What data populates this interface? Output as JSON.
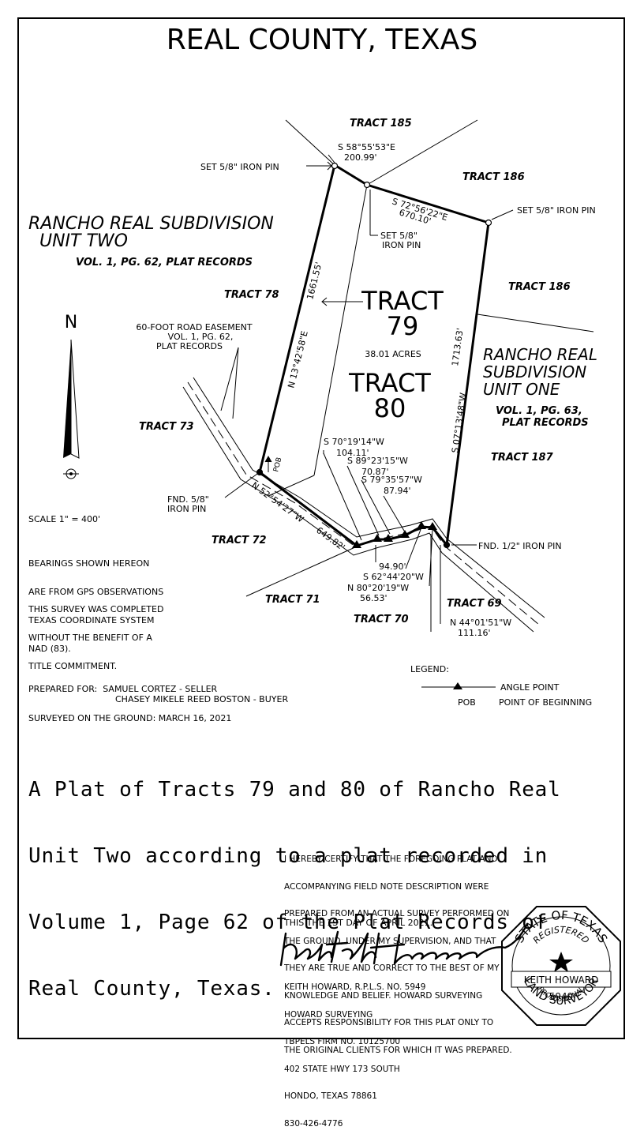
{
  "title": "REAL    COUNTY,    TEXAS",
  "tracts": {
    "t185": "TRACT 185",
    "t186a": "TRACT 186",
    "t186b": "TRACT 186",
    "t78": "TRACT 78",
    "t73": "TRACT 73",
    "t72": "TRACT 72",
    "t71": "TRACT 71",
    "t70": "TRACT 70",
    "t69": "TRACT 69",
    "t187": "TRACT 187",
    "t79_word": "TRACT",
    "t79_num": "79",
    "t80_word": "TRACT",
    "t80_num": "80",
    "acres": "38.01 ACRES"
  },
  "subdivisions": {
    "unit_two_l1": "RANCHO REAL SUBDIVISION",
    "unit_two_l2": "UNIT TWO",
    "unit_two_vol": "VOL. 1, PG. 62, PLAT RECORDS",
    "unit_one_l1": "RANCHO REAL",
    "unit_one_l2": "SUBDIVISION",
    "unit_one_l3": "UNIT ONE",
    "unit_one_vol1": "VOL. 1, PG. 63,",
    "unit_one_vol2": "PLAT RECORDS"
  },
  "calls": {
    "set_pin_nw": "SET 5/8\" IRON PIN",
    "top_bearing": "S 58°55'53\"E",
    "top_dist": "200.99'",
    "ne_bearing": "S 72°56'22\"E",
    "ne_dist": "670.10'",
    "set_pin_mid_l1": "SET 5/8\"",
    "set_pin_mid_l2": "IRON PIN",
    "set_pin_ne": "SET 5/8\" IRON PIN",
    "west_line": "N 13°42'58\"E",
    "west_dist": "1661.55'",
    "east_line": "S 07°13'48\"W",
    "east_dist": "1713.63'",
    "sw_line": "N 52°54'27\"W",
    "sw_dist": "649.82'",
    "c1_bearing": "S 70°19'14\"W",
    "c1_dist": "104.11'",
    "c2_bearing": "S 89°23'15\"W",
    "c2_dist": "70.87'",
    "c3_bearing": "S 79°35'57\"W",
    "c3_dist": "87.94'",
    "c4_dist": "94.90'",
    "c4_bearing": "S 62°44'20\"W",
    "c5_bearing": "N 80°20'19\"W",
    "c5_dist": "56.53'",
    "c6_bearing": "N 44°01'51\"W",
    "c6_dist": "111.16'",
    "fnd_pin_sw_l1": "FND. 5/8\"",
    "fnd_pin_sw_l2": "IRON PIN",
    "fnd_pin_se": "FND. 1/2\" IRON PIN",
    "pob": "POB"
  },
  "easement": {
    "l1": "60-FOOT ROAD EASEMENT",
    "l2": "VOL. 1, PG. 62,",
    "l3": "PLAT RECORDS"
  },
  "north_label": "N",
  "scale": "SCALE 1\" = 400'",
  "notes": {
    "bearings_l1": "BEARINGS SHOWN HEREON",
    "bearings_l2": "ARE FROM GPS OBSERVATIONS",
    "bearings_l3": "TEXAS COORDINATE SYSTEM",
    "bearings_l4": "NAD (83).",
    "survey_l1": "THIS SURVEY WAS COMPLETED",
    "survey_l2": "WITHOUT THE BENEFIT OF A",
    "survey_l3": "TITLE COMMITMENT."
  },
  "legend": {
    "title": "LEGEND:",
    "angle_point": "ANGLE POINT",
    "pob_abbr": "POB",
    "pob_text": "POINT OF BEGINNING"
  },
  "prepared": {
    "l1": "PREPARED FOR:  SAMUEL CORTEZ - SELLER",
    "l2": "CHASEY MIKELE REED BOSTON - BUYER",
    "surveyed": "SURVEYED ON THE GROUND: MARCH 16, 2021"
  },
  "plat_title": {
    "l1": "A Plat of Tracts 79 and 80 of Rancho Real",
    "l2": "Unit Two according to a plat recorded in",
    "l3": "Volume 1, Page 62 of the Plat Records of",
    "l4": "Real County, Texas."
  },
  "certification": {
    "l1": "I HEREBY CERTIFY THAT THE FOREGOING PLAT AND",
    "l2": "ACCOMPANYING FIELD NOTE DESCRIPTION WERE",
    "l3": "PREPARED FROM AN ACTUAL SURVEY PERFORMED ON",
    "l4": "THE GROUND, UNDER MY SUPERVISION, AND THAT",
    "l5": "THEY ARE TRUE AND CORRECT TO THE BEST OF MY",
    "l6": "KNOWLEDGE AND BELIEF. HOWARD SURVEYING",
    "l7": "ACCEPTS RESPONSIBILITY FOR THIS PLAT ONLY TO",
    "l8": "THE ORIGINAL CLIENTS FOR WHICH IT WAS PREPARED.",
    "date": "THIS THE 1ST DAY OF APRIL 2021."
  },
  "surveyor": {
    "l1": "KEITH HOWARD, R.P.L.S. NO. 5949",
    "l2": "HOWARD SURVEYING",
    "l3": "TBPELS FIRM NO. 10125700",
    "l4": "402 STATE HWY 173 SOUTH",
    "l5": "HONDO, TEXAS 78861",
    "l6": "830-426-4776"
  },
  "seal": {
    "top": "STATE OF TEXAS",
    "registered": "REGISTERED",
    "name": "KEITH HOWARD",
    "number": "5949",
    "professional": "PROFESSIONAL",
    "bottom": "LAND SURVEYOR"
  },
  "signature": "Keith Howard"
}
